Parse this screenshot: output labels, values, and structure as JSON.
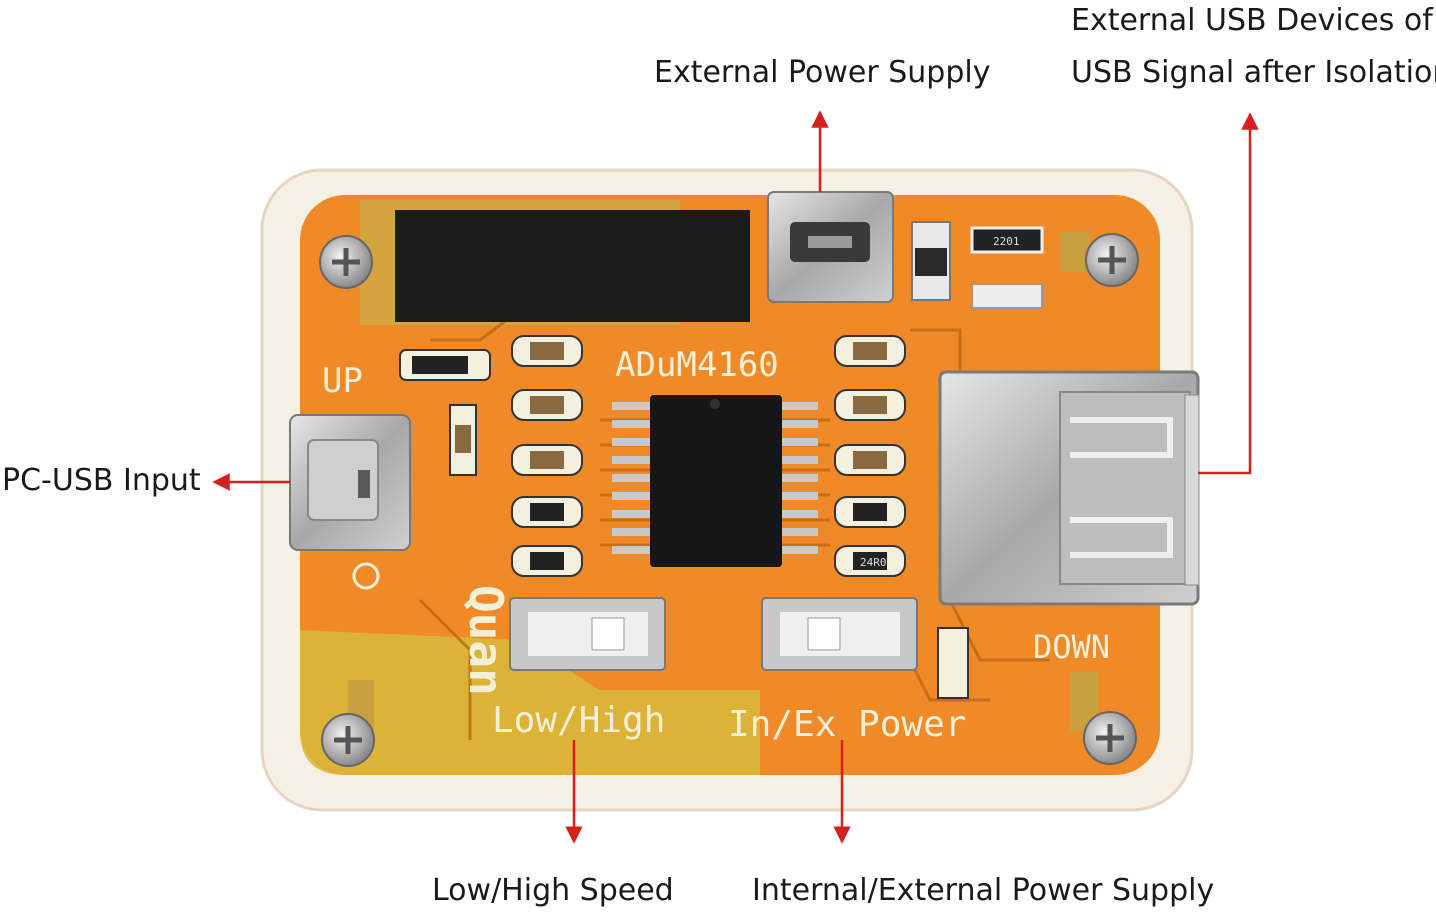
{
  "callouts": {
    "external_power": "External Power Supply",
    "usb_devices_line1": "External USB Devices of",
    "usb_devices_line2": "USB Signal after Isolation",
    "pc_usb_input": "PC-USB Input",
    "low_high_speed": "Low/High Speed",
    "internal_external_power": "Internal/External Power Supply"
  },
  "board": {
    "chip": "ADuM4160",
    "up": "UP",
    "down": "DOWN",
    "low_high": "Low/High",
    "in_ex_power": "In/Ex Power",
    "brand": "Quan",
    "resistor_a": "2201",
    "resistor_b": "24R0"
  },
  "colors": {
    "pcb": "#f08a28",
    "pcb_yellow": "#d8b83a",
    "arrow": "#d62020"
  }
}
